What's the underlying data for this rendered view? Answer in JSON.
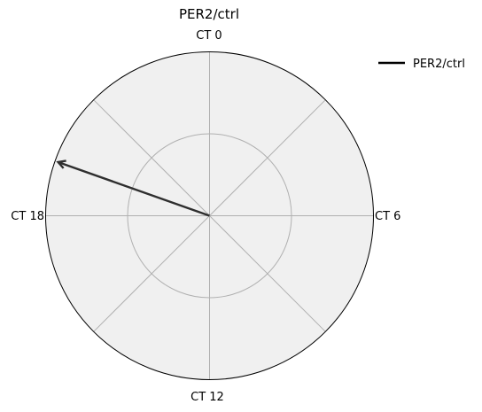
{
  "chart_data": {
    "type": "polar-vector",
    "title": "PER2/ctrl",
    "angular_ticks": [
      "CT 0",
      "CT 6",
      "CT 12",
      "CT 18"
    ],
    "angular_unit": "circadian time (h)",
    "period_hours": 24,
    "radial_max": 1.0,
    "radial_gridlines": [
      0.5
    ],
    "grid": true,
    "series": [
      {
        "name": "PER2/ctrl",
        "phase_ct": 19.3,
        "amplitude": 0.98,
        "color": "#2e2e2e"
      }
    ],
    "legend": {
      "placement": "top-right",
      "entries": [
        "PER2/ctrl"
      ],
      "color": "#000000"
    },
    "background_color": "#f0f0f0",
    "grid_color": "#b0b0b0"
  }
}
